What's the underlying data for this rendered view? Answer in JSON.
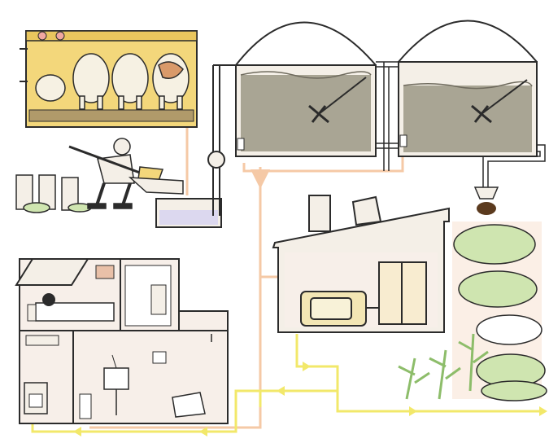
{
  "diagram": {
    "colors": {
      "outline": "#2b2b2b",
      "barn_fill": "#f3d77b",
      "slurry": "#a9a594",
      "slurry_line": "#6f6b5e",
      "gas_pipe": "#f5c9a6",
      "power_line": "#f2e86a",
      "tank_wall": "#f4efe7",
      "vegetation": "#cfe5b0",
      "vegetation_dark": "#8dbd6a",
      "house_wall": "#f7efe9",
      "manure": "#5b3a1e"
    },
    "nodes": [
      {
        "id": "cow-barn",
        "icon": "cow-barn"
      },
      {
        "id": "farmer",
        "icon": "farmer-shoveling"
      },
      {
        "id": "feed-crates",
        "icon": "crates"
      },
      {
        "id": "mixing-pit",
        "icon": "pit"
      },
      {
        "id": "digester-1",
        "icon": "dome-digester"
      },
      {
        "id": "digester-2",
        "icon": "dome-digester"
      },
      {
        "id": "generator-house",
        "icon": "generator"
      },
      {
        "id": "residential-house",
        "icon": "house"
      },
      {
        "id": "fertilized-fields",
        "icon": "crops"
      }
    ],
    "edges": [
      {
        "from": "farmer",
        "to": "mixing-pit",
        "kind": "manure"
      },
      {
        "from": "mixing-pit",
        "to": "digester-1",
        "kind": "slurry"
      },
      {
        "from": "digester-1",
        "to": "digester-2",
        "kind": "slurry"
      },
      {
        "from": "digester-1",
        "to": "residential-house",
        "kind": "biogas"
      },
      {
        "from": "digester-2",
        "to": "generator-house",
        "kind": "biogas"
      },
      {
        "from": "digester-2",
        "to": "fertilized-fields",
        "kind": "digestate"
      },
      {
        "from": "generator-house",
        "to": "residential-house",
        "kind": "electricity"
      },
      {
        "from": "generator-house",
        "to": "fertilized-fields",
        "kind": "electricity"
      }
    ]
  }
}
